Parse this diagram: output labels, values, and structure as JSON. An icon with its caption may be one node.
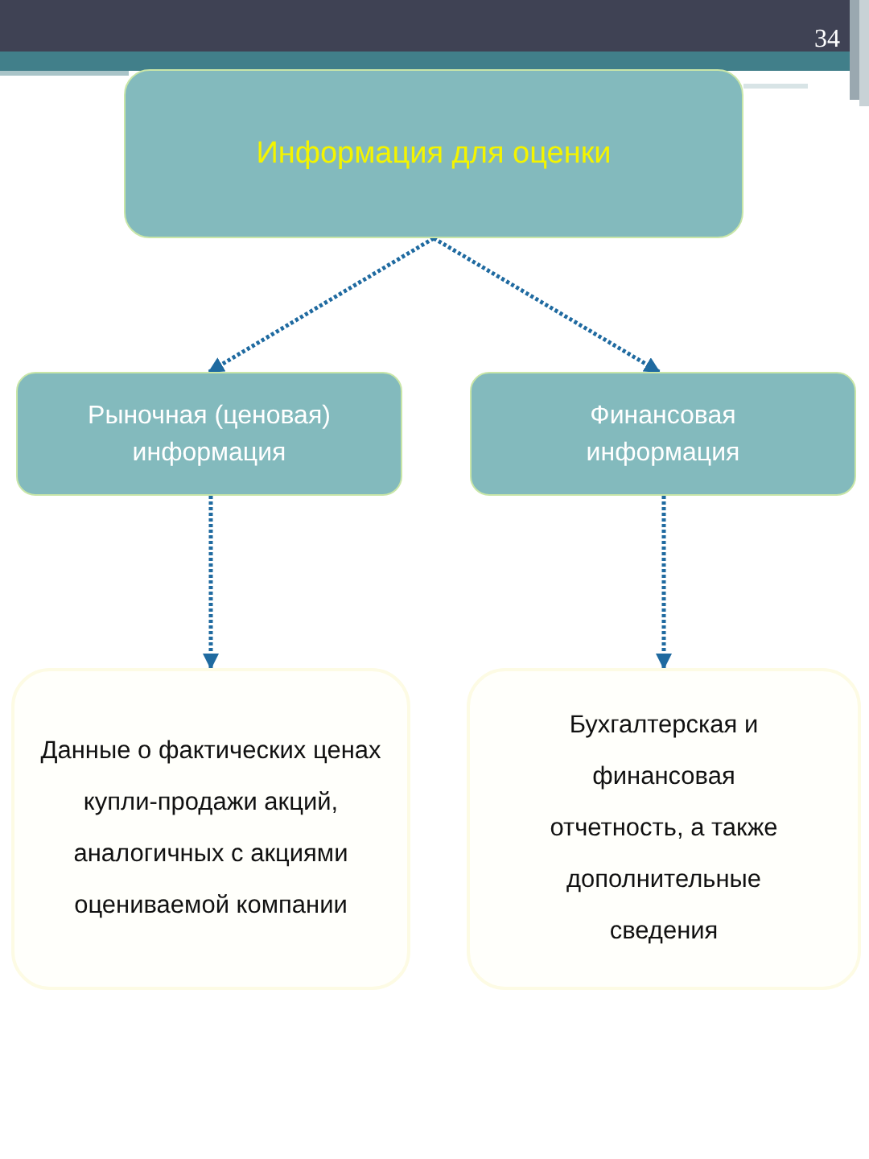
{
  "diagram": {
    "nodes": [
      {
        "text": [
          "Информация для оценки"
        ]
      },
      {
        "text": [
          "Рыночная (ценовая) информация"
        ]
      },
      {
        "text": [
          "Финансовая информация"
        ]
      },
      {
        "text": [
          "Данные о фактических ценах купли-продажи акций, аналогичных с акциями оцениваемой компании"
        ]
      },
      {
        "text": [
          "Бухгалтерская и финансовая отчетность, а также дополнительные сведения"
        ]
      }
    ],
    "edges": [
      {
        "from": 0,
        "to": 1,
        "arrow": "to"
      },
      {
        "from": 0,
        "to": 2,
        "arrow": "to"
      },
      {
        "from": 1,
        "to": 3,
        "arrow": "to"
      },
      {
        "from": 2,
        "to": 4,
        "arrow": "to"
      }
    ],
    "labels": [
      "34"
    ]
  }
}
